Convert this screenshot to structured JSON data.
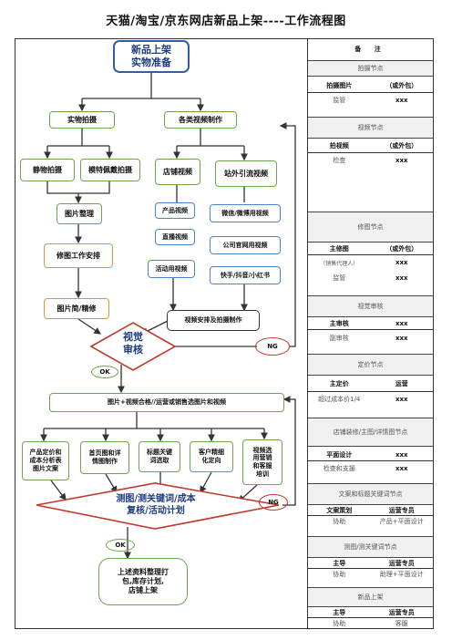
{
  "title": "天猫/淘宝/京东网店新品上架----工作流程图",
  "flow": {
    "start": [
      "新品上架",
      "实物准备"
    ],
    "physical_shoot": "实物拍摄",
    "video_production": "各类视频制作",
    "still_shoot": "静物拍摄",
    "model_shoot": "模特佩戴拍摄",
    "store_video": "店铺视频",
    "offsite_video": "站外引流视频",
    "image_organize": "图片整理",
    "product_video": "产品视频",
    "wechat_video": "微信/微博用视频",
    "live_video": "直播视频",
    "official_video": "公司官网用视频",
    "activity_video": "活动用视频",
    "short_video": "快手/抖音/小红书",
    "retouch_schedule": "修图工作安排",
    "image_retouch": "图片简/精修",
    "video_schedule": "视频安排及拍摄制作",
    "visual_review": [
      "视觉",
      "审核"
    ],
    "ok1": "OK",
    "ng1": "NG",
    "combine": "图片+视频合格//运营或销售选图片和视频",
    "branch1": [
      "产品定价和",
      "成本分析表",
      "图片文案"
    ],
    "branch2": [
      "首页图和详",
      "情图制作"
    ],
    "branch3": [
      "标题关键",
      "词选取"
    ],
    "branch4": [
      "客户精细",
      "化定向"
    ],
    "branch5": [
      "视频选",
      "用营销",
      "和客服",
      "培训"
    ],
    "test_review": [
      "测图/测关键词/成本",
      "复核/活动计划"
    ],
    "ok2": "OK",
    "ng2": "NG",
    "final": [
      "上述资料整理打",
      "包,库存计划,",
      "店铺上架"
    ]
  },
  "notes": {
    "header": "备 注",
    "sections": [
      {
        "title": "拍摄节点",
        "rows": [
          {
            "left": "拍摄图片",
            "right": "（或外包）",
            "bold": true
          },
          {
            "left": "监管",
            "right": "xxx",
            "bold": false
          }
        ]
      },
      {
        "title": "视频节点",
        "rows": [
          {
            "left": "拍视频",
            "right": "（或外包）",
            "bold": true
          },
          {
            "left": "检查",
            "right": "xxx",
            "bold": false
          }
        ]
      },
      {
        "title": "修图节点",
        "rows": [
          {
            "left": "主修图",
            "right": "（或外包）",
            "bold": true
          },
          {
            "left": "（销售代理人）",
            "right": "xxx",
            "bold": false
          },
          {
            "left": "监管",
            "right": "xxx",
            "bold": false
          }
        ]
      },
      {
        "title": "视觉审核",
        "rows": [
          {
            "left": "主审核",
            "right": "xxx",
            "bold": true
          },
          {
            "left": "副审核",
            "right": "xxx",
            "bold": false
          }
        ]
      },
      {
        "title": "定价节点",
        "rows": [
          {
            "left": "主定价",
            "right": "运营",
            "bold": true
          },
          {
            "left": "超过成本价1/4",
            "right": "xxx",
            "bold": false
          }
        ]
      },
      {
        "title": "店铺装修/主图/详情图节点",
        "rows": [
          {
            "left": "平面设计",
            "right": "xxx",
            "bold": true
          },
          {
            "left": "检查和支援",
            "right": "xxx",
            "bold": false
          }
        ]
      },
      {
        "title": "文案和标题关键词节点",
        "rows": [
          {
            "left": "文案策划",
            "right": "运营专员",
            "bold": true
          },
          {
            "left": "协助",
            "right": "产品+平面设计",
            "bold": false
          }
        ]
      },
      {
        "title": "测图/测关键词节点",
        "rows": [
          {
            "left": "主导",
            "right": "运营专员",
            "bold": true
          },
          {
            "left": "协助",
            "right": "助理+平面设计",
            "bold": false
          }
        ]
      },
      {
        "title": "新品上架",
        "rows": [
          {
            "left": "主导",
            "right": "运营专员",
            "bold": true
          },
          {
            "left": "协助",
            "right": "客服",
            "bold": false
          }
        ]
      }
    ]
  }
}
